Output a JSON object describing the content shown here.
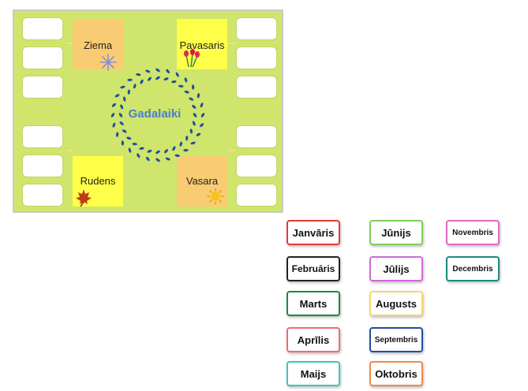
{
  "board": {
    "center_title": "Gadalaiki",
    "seasons": {
      "winter": "Ziema",
      "spring": "Pavasaris",
      "autumn": "Rudens",
      "summer": "Vasara"
    },
    "icons": {
      "winter": "snowflake-icon",
      "spring": "tulips-icon",
      "autumn": "maple-leaf-icon",
      "summer": "sun-icon"
    }
  },
  "months": [
    {
      "label": "Janvāris",
      "color": "#e53935"
    },
    {
      "label": "Februāris",
      "color": "#222222"
    },
    {
      "label": "Marts",
      "color": "#1b8a3a"
    },
    {
      "label": "Aprīlis",
      "color": "#f06b6b"
    },
    {
      "label": "Maijs",
      "color": "#3cc7b8"
    },
    {
      "label": "Jūnijs",
      "color": "#7ed05a"
    },
    {
      "label": "Jūlijs",
      "color": "#d26ad8"
    },
    {
      "label": "Augusts",
      "color": "#f5d76a"
    },
    {
      "label": "Septembris",
      "color": "#1f4fa0"
    },
    {
      "label": "Oktobris",
      "color": "#f08a4b"
    },
    {
      "label": "Novembris",
      "color": "#e06bc4"
    },
    {
      "label": "Decembris",
      "color": "#1a8a7e"
    }
  ]
}
